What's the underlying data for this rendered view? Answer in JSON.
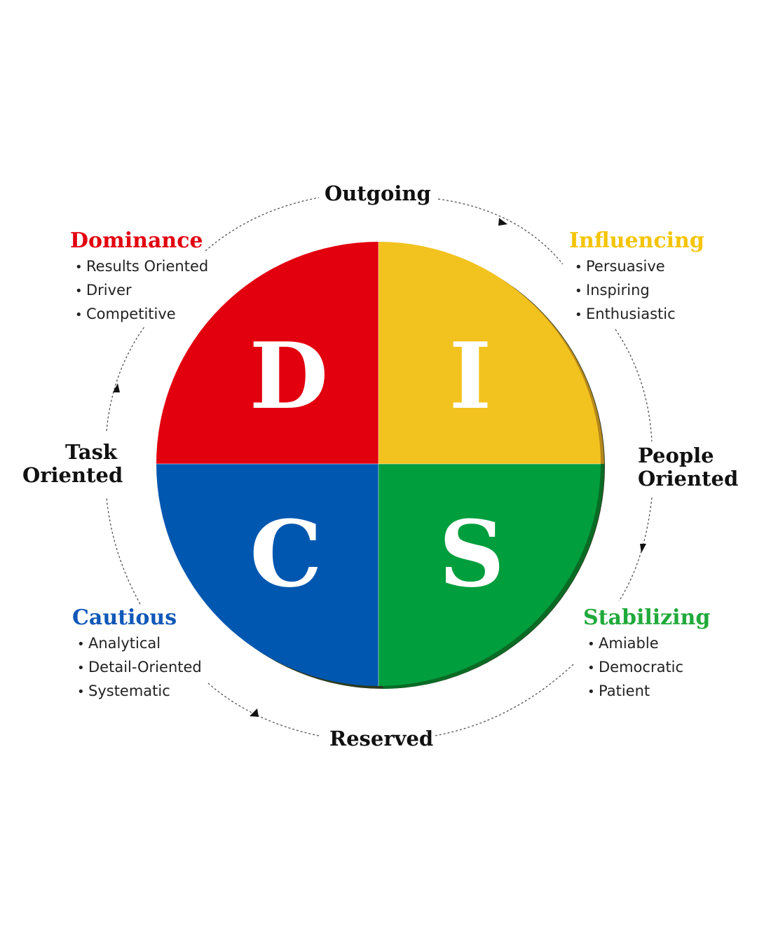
{
  "axes": {
    "top": "Outgoing",
    "bottom": "Reserved",
    "left": [
      "Task",
      "Oriented"
    ],
    "right": [
      "People",
      "Oriented"
    ]
  },
  "quadrants": {
    "d": {
      "letter": "D",
      "title": "Dominance",
      "color": "#E2000F",
      "traits": [
        "Results Oriented",
        "Driver",
        "Competitive"
      ]
    },
    "i": {
      "letter": "I",
      "title": "Influencing",
      "color": "#F2C21F",
      "title_color": "#F5C400",
      "traits": [
        "Persuasive",
        "Inspiring",
        "Enthusiastic"
      ]
    },
    "c": {
      "letter": "C",
      "title": "Cautious",
      "color": "#0057B0",
      "title_color": "#1058B8",
      "traits": [
        "Analytical",
        "Detail-Oriented",
        "Systematic"
      ]
    },
    "s": {
      "letter": "S",
      "title": "Stabilizing",
      "color": "#009E3D",
      "title_color": "#1FAA3A",
      "traits": [
        "Amiable",
        "Democratic",
        "Patient"
      ]
    }
  }
}
